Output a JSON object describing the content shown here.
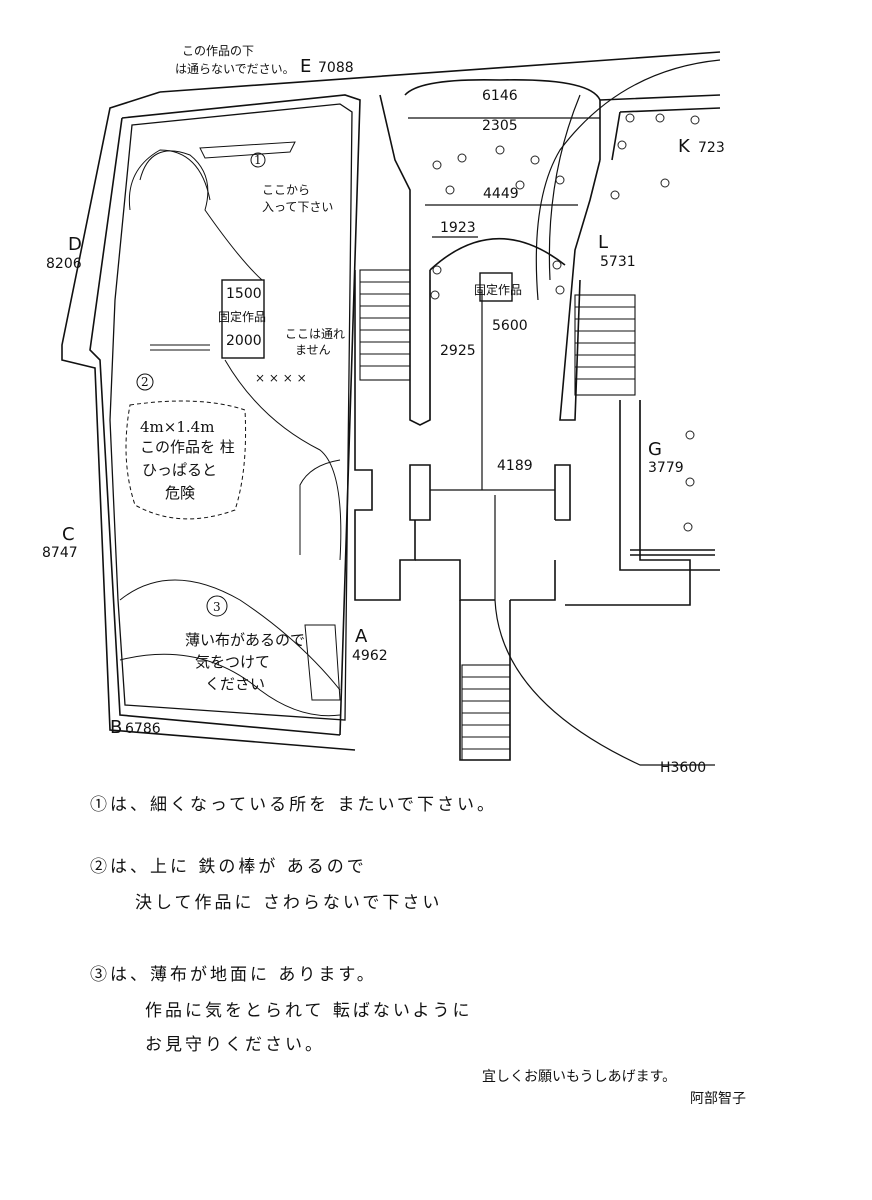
{
  "points": {
    "E": {
      "letter": "E",
      "value": "7088"
    },
    "K": {
      "letter": "K",
      "value": "723"
    },
    "D": {
      "letter": "D",
      "value": "8206"
    },
    "L": {
      "letter": "L",
      "value": "5731"
    },
    "C": {
      "letter": "C",
      "value": "8747"
    },
    "G": {
      "letter": "G",
      "value": "3779"
    },
    "A": {
      "letter": "A",
      "value": "4962"
    },
    "B": {
      "letter": "B",
      "value": "6786"
    },
    "H": {
      "label": "H3600"
    }
  },
  "dimensions": {
    "d6146": "6146",
    "d2305": "2305",
    "d4449": "4449",
    "d1923": "1923",
    "d2925": "2925",
    "d5600": "5600",
    "d4189": "4189",
    "d1500": "1500",
    "d2000": "2000"
  },
  "fixed_artwork": {
    "label_left": "固定作品",
    "label_center": "固定作品"
  },
  "handwritten": {
    "top_note_1": "この作品の下",
    "top_note_2": "は通らないでださい。",
    "enter_1": "ここから",
    "enter_2": "入って下さい",
    "no_pass_1": "ここは通れ",
    "no_pass_2": "ません",
    "num1": "1",
    "num2": "2",
    "num3": "3",
    "warn_1": "4m×1.4m",
    "warn_2": "この作品を 柱",
    "warn_3": "ひっぱると",
    "warn_4": "危険",
    "cloth_1": "薄い布があるので",
    "cloth_2": "気をつけて",
    "cloth_3": "ください"
  },
  "notes": [
    "①は、細くなっている所を またいで下さい。",
    "②は、上に 鉄の棒が あるので",
    "決して作品に さわらないで下さい",
    "③は、薄布が地面に あります。",
    "作品に気をとられて 転ばないように",
    "お見守りください。"
  ],
  "closing": "宜しくお願いもうしあげます。",
  "signature": "阿部智子"
}
